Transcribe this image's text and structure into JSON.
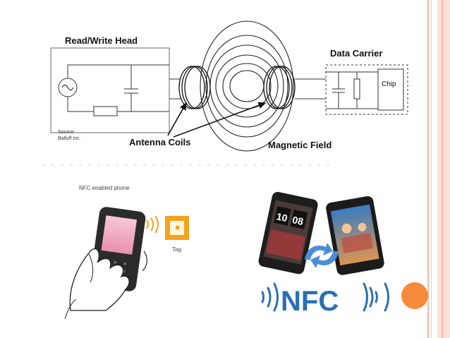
{
  "diagram": {
    "read_write_head": "Read/Write Head",
    "data_carrier": "Data Carrier",
    "chip": "Chip",
    "source": [
      "Source:",
      "Balluff Inc."
    ],
    "antenna_coils": "Antenna Coils",
    "magnetic_field": "Magnetic Field"
  },
  "nfc_phone": {
    "caption": "NFC enabled phone",
    "tag": "Tag"
  },
  "nfc_logo": {
    "text": "NFC"
  },
  "phone_screen": {
    "clock_hours": "10",
    "clock_minutes": "08"
  },
  "colors": {
    "border_accent": "#f2b9a8",
    "orange_dot": "#f58a3a",
    "nfc_blue": "#2a6fb5",
    "tag_orange": "#f7a21b"
  }
}
